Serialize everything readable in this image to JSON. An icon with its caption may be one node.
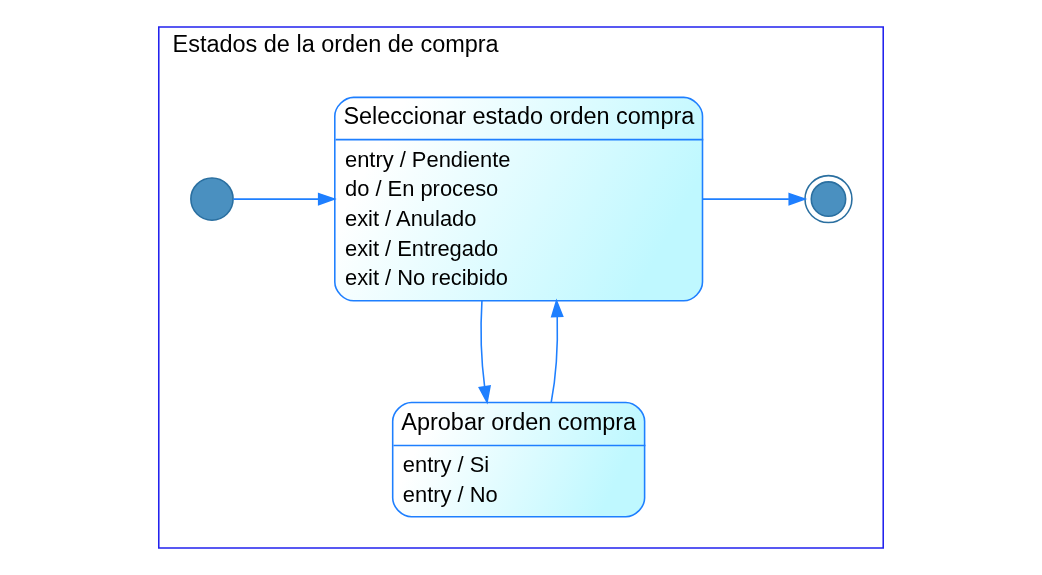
{
  "diagram": {
    "nodes": [
      {
        "text": [
          "Estados de la orden de compra"
        ]
      },
      {
        "text": [],
        "shape": "circle",
        "in": 0
      },
      {
        "text": [
          "Seleccionar estado orden compra",
          "entry / Pendiente",
          "do / En proceso",
          "exit / Anulado",
          "exit / Entregado",
          "exit / No recibido"
        ],
        "in": 0
      },
      {
        "text": [],
        "shape": "circle",
        "in": 0
      },
      {
        "text": [
          "Aprobar orden compra",
          "entry / Si",
          "entry / No"
        ],
        "in": 0
      }
    ],
    "edges": [
      {
        "from": 1,
        "to": 2,
        "arrow": "to"
      },
      {
        "from": 2,
        "to": 3,
        "arrow": "to"
      },
      {
        "from": 2,
        "to": 4,
        "arrow": "to"
      },
      {
        "from": 4,
        "to": 2,
        "arrow": "to"
      }
    ]
  }
}
